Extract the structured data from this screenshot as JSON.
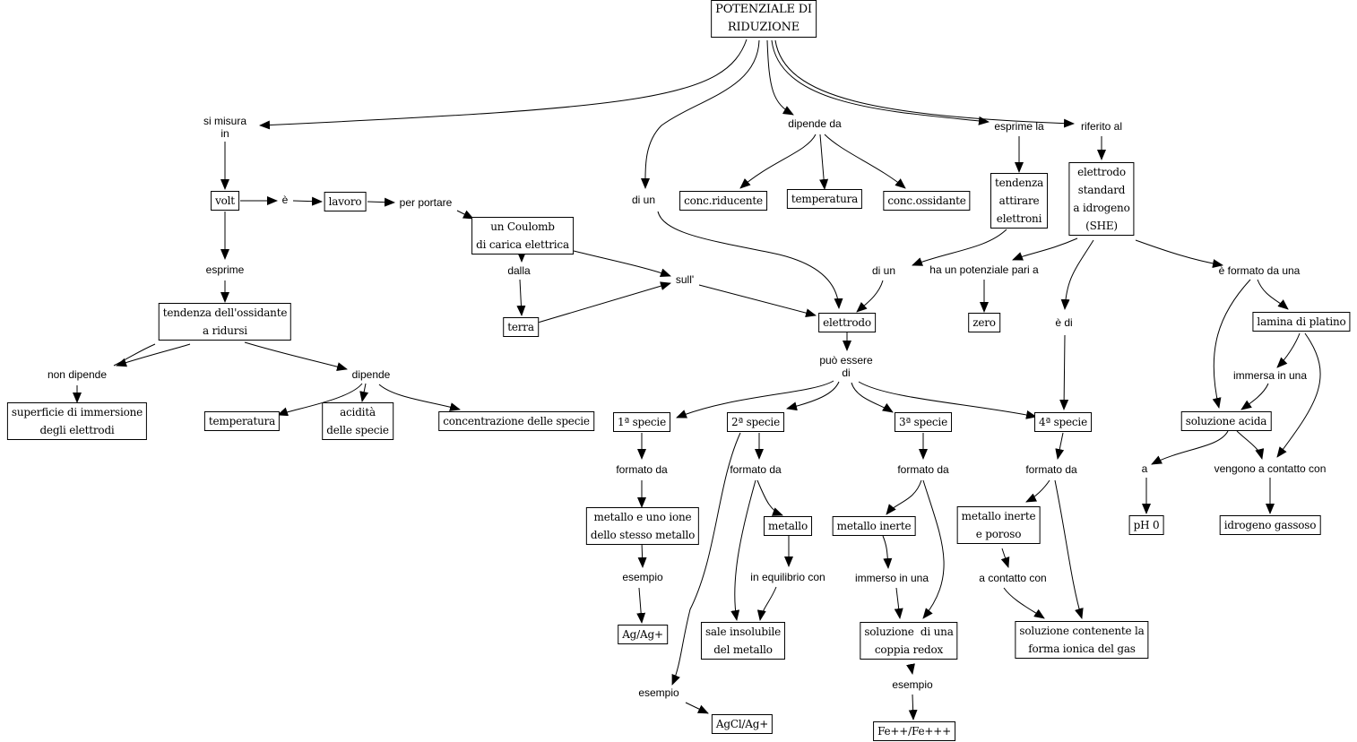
{
  "title": "POTENZIALE DI\nRIDUZIONE",
  "concepts": [
    {
      "id": "root",
      "text": "POTENZIALE DI\nRIDUZIONE"
    },
    {
      "id": "volt",
      "text": "volt"
    },
    {
      "id": "lavoro",
      "text": "lavoro"
    },
    {
      "id": "coulomb",
      "text": "un Coulomb\ndi carica elettrica"
    },
    {
      "id": "terra",
      "text": "terra"
    },
    {
      "id": "tendenza_oss",
      "text": "tendenza dell'ossidante\na ridursi"
    },
    {
      "id": "superficie",
      "text": "superficie di immersione\ndegli elettrodi"
    },
    {
      "id": "temp2",
      "text": "temperatura"
    },
    {
      "id": "acidita",
      "text": "acidità\ndelle specie"
    },
    {
      "id": "conc_specie",
      "text": "concentrazione delle specie"
    },
    {
      "id": "conc_rid",
      "text": "conc.riducente"
    },
    {
      "id": "temp1",
      "text": "temperatura"
    },
    {
      "id": "conc_oss",
      "text": "conc.ossidante"
    },
    {
      "id": "tend_attr",
      "text": "tendenza\nattirare\nelettroni"
    },
    {
      "id": "she",
      "text": "elettrodo\nstandard\na idrogeno\n(SHE)"
    },
    {
      "id": "elettrodo",
      "text": "elettrodo"
    },
    {
      "id": "zero",
      "text": "zero"
    },
    {
      "id": "lamina",
      "text": "lamina di platino"
    },
    {
      "id": "sol_acida",
      "text": "soluzione acida"
    },
    {
      "id": "ph0",
      "text": "pH 0"
    },
    {
      "id": "idrogeno",
      "text": "idrogeno gassoso"
    },
    {
      "id": "sp1",
      "text": "1ª specie"
    },
    {
      "id": "sp2",
      "text": "2ª specie"
    },
    {
      "id": "sp3",
      "text": "3ª specie"
    },
    {
      "id": "sp4",
      "text": "4ª specie"
    },
    {
      "id": "met_ione",
      "text": "metallo e uno ione\ndello stesso metallo"
    },
    {
      "id": "agag",
      "text": "Ag/Ag+"
    },
    {
      "id": "metallo",
      "text": "metallo"
    },
    {
      "id": "sale",
      "text": "sale insolubile\ndel metallo"
    },
    {
      "id": "agcl",
      "text": "AgCl/Ag+"
    },
    {
      "id": "met_inerte",
      "text": "metallo inerte"
    },
    {
      "id": "sol_redox",
      "text": "soluzione  di una\ncoppia redox"
    },
    {
      "id": "fefe",
      "text": "Fe++/Fe+++"
    },
    {
      "id": "met_poroso",
      "text": "metallo inerte\ne poroso"
    },
    {
      "id": "sol_gas",
      "text": "soluzione contenente la\nforma ionica del gas"
    }
  ],
  "links": [
    {
      "id": "si_misura",
      "text": "si misura\nin"
    },
    {
      "id": "e_volt",
      "text": "è"
    },
    {
      "id": "per_portare",
      "text": "per portare"
    },
    {
      "id": "dalla",
      "text": "dalla"
    },
    {
      "id": "sull",
      "text": "sull'"
    },
    {
      "id": "esprime",
      "text": "esprime"
    },
    {
      "id": "non_dipende",
      "text": "non dipende"
    },
    {
      "id": "dipende",
      "text": "dipende"
    },
    {
      "id": "di_un1",
      "text": "di un"
    },
    {
      "id": "dipende_da",
      "text": "dipende da"
    },
    {
      "id": "esprime_la",
      "text": "esprime la"
    },
    {
      "id": "riferito_al",
      "text": "riferito al"
    },
    {
      "id": "di_un2",
      "text": "di un"
    },
    {
      "id": "ha_pot",
      "text": "ha un potenziale pari a"
    },
    {
      "id": "e_di",
      "text": "è di"
    },
    {
      "id": "e_formato",
      "text": "è formato da una"
    },
    {
      "id": "immersa",
      "text": "immersa in una"
    },
    {
      "id": "a_ph",
      "text": "a"
    },
    {
      "id": "vengono",
      "text": "vengono a contatto con"
    },
    {
      "id": "puo_essere",
      "text": "può essere\ndi"
    },
    {
      "id": "fd1",
      "text": "formato da"
    },
    {
      "id": "fd2",
      "text": "formato da"
    },
    {
      "id": "fd3",
      "text": "formato da"
    },
    {
      "id": "fd4",
      "text": "formato da"
    },
    {
      "id": "es1",
      "text": "esempio"
    },
    {
      "id": "equil",
      "text": "in equilibrio con"
    },
    {
      "id": "es2",
      "text": "esempio"
    },
    {
      "id": "immerso",
      "text": "immerso in una"
    },
    {
      "id": "es3",
      "text": "esempio"
    },
    {
      "id": "a_contatto",
      "text": "a contatto con"
    }
  ]
}
